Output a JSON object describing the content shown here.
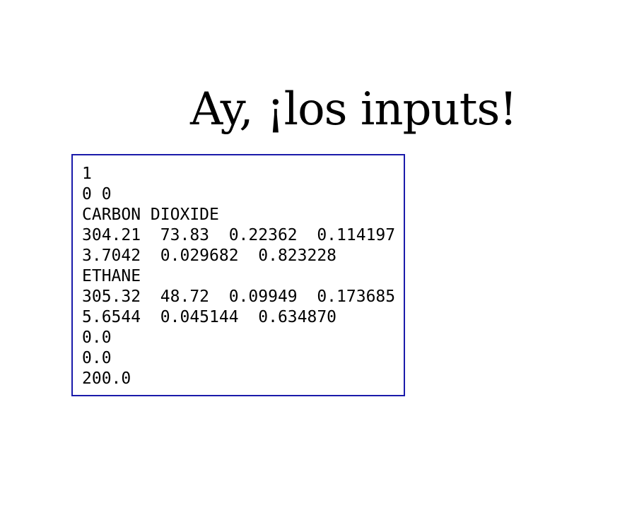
{
  "slide": {
    "title": "Ay, ¡los inputs!"
  },
  "input_file": {
    "lines": [
      "1",
      "0 0",
      "CARBON DIOXIDE",
      "304.21  73.83  0.22362  0.114197",
      "3.7042  0.029682  0.823228",
      "ETHANE",
      "305.32  48.72  0.09949  0.173685",
      "5.6544  0.045144  0.634870",
      "0.0",
      "0.0",
      "200.0"
    ]
  },
  "colors": {
    "background": "#ffffff",
    "text": "#000000",
    "box_border": "#1a1aaa"
  }
}
